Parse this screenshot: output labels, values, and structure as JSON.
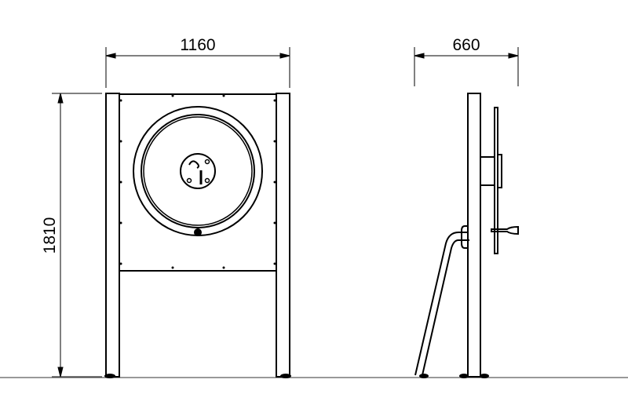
{
  "dimensions": {
    "front_width": "1160",
    "height": "1810",
    "side_depth": "660"
  },
  "colors": {
    "line": "#000000",
    "ground": "#999999",
    "background": "#ffffff"
  }
}
